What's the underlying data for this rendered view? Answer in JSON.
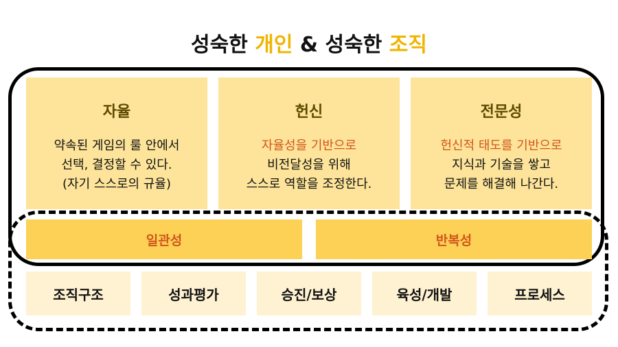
{
  "title": {
    "part1": "성숙한 ",
    "highlight1": "개인",
    "part2": " & 성숙한 ",
    "highlight2": "조직"
  },
  "cards": [
    {
      "title": "자율",
      "lines": [
        "약속된 게임의 룰 안에서",
        "선택, 결정할 수 있다.",
        "(자기 스스로의 규율)"
      ]
    },
    {
      "title": "헌신",
      "accent": "자율성을 기반으로",
      "lines": [
        "비전달성을 위해",
        "스스로 역할을 조정한다."
      ]
    },
    {
      "title": "전문성",
      "accent": "헌신적 태도를 기반으로",
      "lines": [
        "지식과 기술을 쌓고",
        "문제를 해결해 나간다."
      ]
    }
  ],
  "bars": [
    "일관성",
    "반복성"
  ],
  "chips": [
    "조직구조",
    "성과평가",
    "승진/보상",
    "육성/개발",
    "프로세스"
  ],
  "colors": {
    "card_bg": "#fde49a",
    "bar_bg": "#fcd155",
    "chip_bg": "#fff2d2",
    "accent_orange": "#d0561b",
    "title_highlight": "#f0b400"
  }
}
